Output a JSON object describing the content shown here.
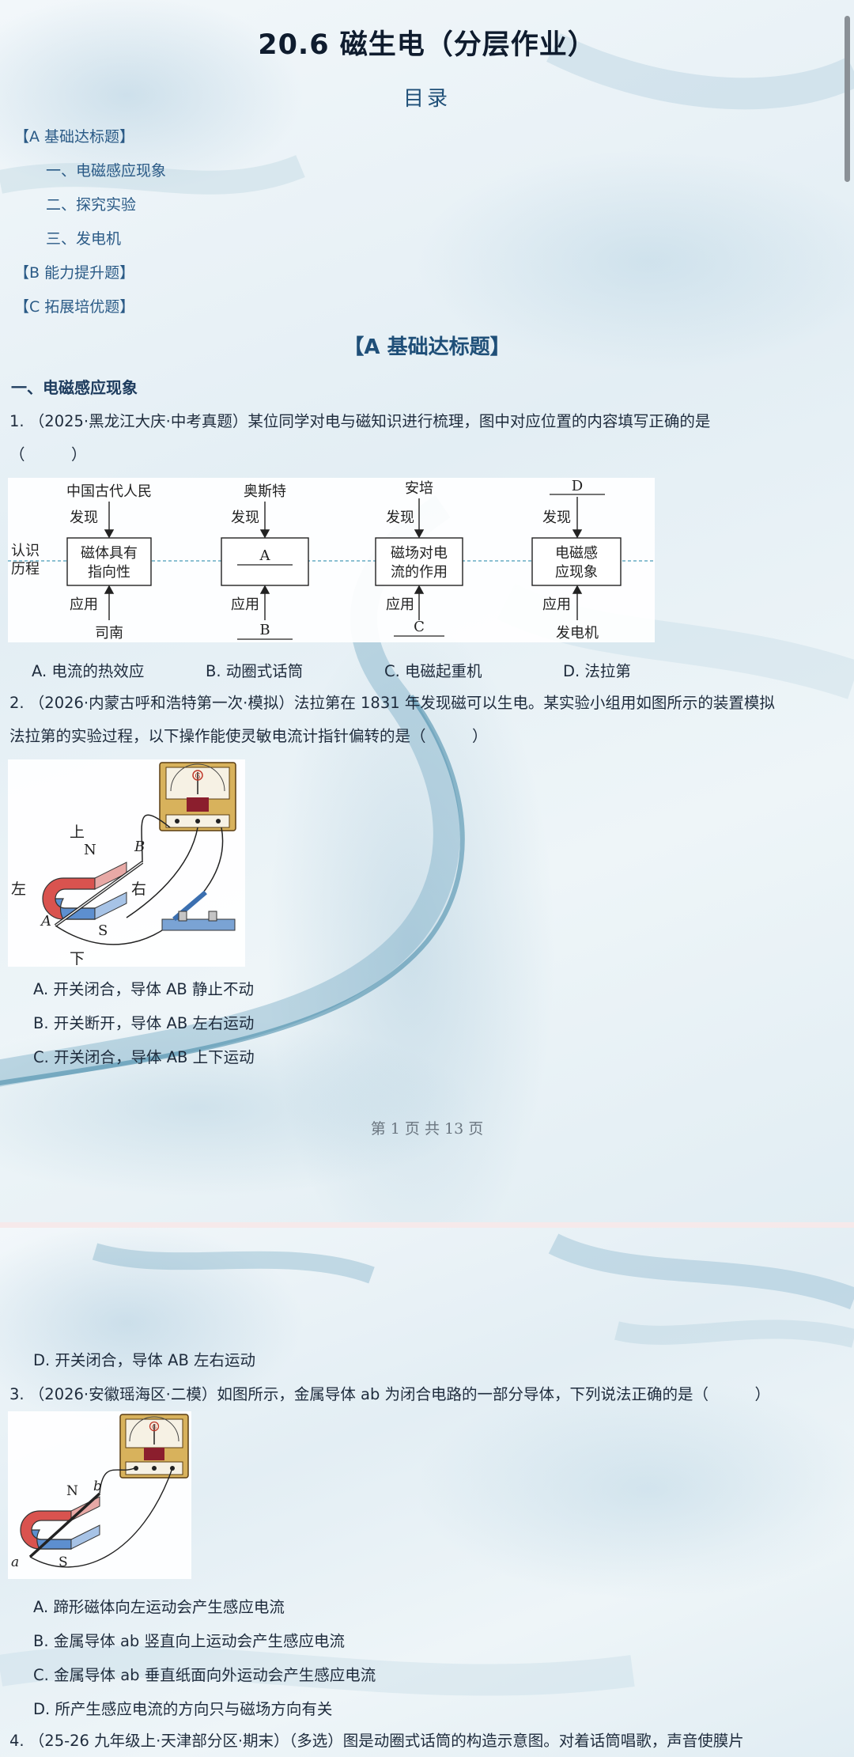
{
  "doc": {
    "title": "20.6 磁生电（分层作业）",
    "toc_title": "目录",
    "toc": [
      {
        "label": "【A 基础达标题】",
        "sub": false
      },
      {
        "label": "一、电磁感应现象",
        "sub": true
      },
      {
        "label": "二、探究实验",
        "sub": true
      },
      {
        "label": "三、发电机",
        "sub": true
      },
      {
        "label": "【B 能力提升题】",
        "sub": false
      },
      {
        "label": "【C 拓展培优题】",
        "sub": false
      }
    ],
    "section_title": "【A 基础达标题】",
    "subsection_title": "一、电磁感应现象",
    "q1": {
      "line1": "1. （2025·黑龙江大庆·中考真题）某位同学对电与磁知识进行梳理，图中对应位置的内容填写正确的是",
      "line2": "（　　　）",
      "options": [
        "A. 电流的热效应",
        "B. 动圈式话筒",
        "C. 电磁起重机",
        "D. 法拉第"
      ],
      "figure": {
        "side_label_1": "认识",
        "side_label_2": "历程",
        "top": [
          "中国古代人民",
          "奥斯特",
          "安培",
          "D"
        ],
        "discover": "发现",
        "apply": "应用",
        "box1a": "磁体具有",
        "box1b": "指向性",
        "box2": "A",
        "box3a": "磁场对电",
        "box3b": "流的作用",
        "box4a": "电磁感",
        "box4b": "应现象",
        "bottom": [
          "司南",
          "B",
          "C",
          "发电机"
        ]
      }
    },
    "q2": {
      "line1": "2. （2026·内蒙古呼和浩特第一次·模拟）法拉第在 1831 年发现磁可以生电。某实验小组用如图所示的装置模拟",
      "line2": "法拉第的实验过程，以下操作能使灵敏电流计指针偏转的是（　　　）",
      "fig_labels": {
        "up": "上",
        "down": "下",
        "left": "左",
        "right": "右",
        "n": "N",
        "s": "S",
        "a": "A",
        "b": "B",
        "g": "G"
      },
      "options": [
        "A. 开关闭合，导体 AB 静止不动",
        "B. 开关断开，导体 AB 左右运动",
        "C. 开关闭合，导体 AB 上下运动"
      ]
    },
    "footer": "第 1 页 共 13 页",
    "page2": {
      "q2_option_d": "D. 开关闭合，导体 AB 左右运动",
      "q3": {
        "line1": "3. （2026·安徽瑶海区·二模）如图所示，金属导体 ab 为闭合电路的一部分导体，下列说法正确的是（　　　）",
        "fig_labels": {
          "n": "N",
          "s": "S",
          "a": "a",
          "b": "b",
          "g": "G"
        },
        "options": [
          "A. 蹄形磁体向左运动会产生感应电流",
          "B. 金属导体 ab 竖直向上运动会产生感应电流",
          "C. 金属导体 ab 垂直纸面向外运动会产生感应电流",
          "D. 所产生感应电流的方向只与磁场方向有关"
        ]
      },
      "q4_line": "4. （25-26 九年级上·天津部分区·期末）（多选）图是动圈式话筒的构造示意图。对着话筒唱歌，声音使膜片"
    }
  }
}
